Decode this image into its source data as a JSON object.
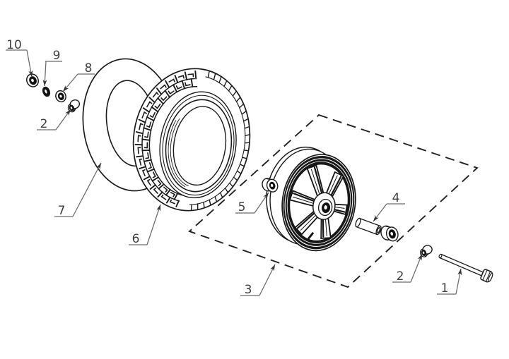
{
  "diagram": {
    "background": "#ffffff",
    "line_color": "#1a1a1a",
    "leader_color": "#6a6a6a",
    "label_color": "#3f3f3f",
    "arrow_color": "#333333",
    "callouts": [
      {
        "label": "10",
        "part": "flanged-washer",
        "text": [
          20,
          69
        ],
        "underline": [
          8,
          71,
          38,
          71
        ],
        "leader": [
          38,
          71,
          45,
          109
        ]
      },
      {
        "label": "9",
        "part": "spacer-washer",
        "text": [
          80,
          84
        ],
        "underline": [
          64,
          87,
          88,
          87
        ],
        "leader": [
          65,
          87,
          63,
          122
        ]
      },
      {
        "label": "8",
        "part": "washer",
        "text": [
          125,
          102
        ],
        "underline": [
          110,
          105,
          134,
          105
        ],
        "leader": [
          110,
          105,
          89,
          130
        ]
      },
      {
        "label": "2",
        "part": "axle-nut-left",
        "text": [
          62,
          181
        ],
        "underline": [
          52,
          184,
          79,
          184
        ],
        "leader": [
          79,
          184,
          100,
          155
        ]
      },
      {
        "label": "7",
        "part": "inner-tube",
        "text": [
          87,
          304
        ],
        "underline": [
          77,
          307,
          103,
          307
        ],
        "leader": [
          103,
          307,
          143,
          231
        ]
      },
      {
        "label": "6",
        "part": "tire",
        "text": [
          192,
          344
        ],
        "underline": [
          182,
          347,
          208,
          347
        ],
        "leader": [
          208,
          347,
          227,
          290
        ]
      },
      {
        "label": "3",
        "part": "wheel-assembly-boundary",
        "text": [
          351,
          416
        ],
        "underline": [
          340,
          419,
          367,
          419
        ],
        "leader": [
          367,
          419,
          389,
          375
        ]
      },
      {
        "label": "5",
        "part": "bearing",
        "text": [
          342,
          299
        ],
        "underline": [
          333,
          302,
          360,
          302
        ],
        "leader": [
          360,
          302,
          380,
          273
        ]
      },
      {
        "label": "4",
        "part": "axle-spacer",
        "text": [
          560,
          286
        ],
        "underline": [
          547,
          289,
          573,
          289
        ],
        "leader": [
          547,
          289,
          528,
          314
        ]
      },
      {
        "label": "2",
        "part": "axle-nut-right",
        "text": [
          566,
          397
        ],
        "underline": [
          555,
          400,
          581,
          400
        ],
        "leader": [
          581,
          400,
          597,
          360
        ]
      },
      {
        "label": "1",
        "part": "axle-bolt",
        "text": [
          629,
          414
        ],
        "underline": [
          618,
          417,
          645,
          417
        ],
        "leader": [
          645,
          417,
          652,
          381
        ]
      }
    ]
  }
}
